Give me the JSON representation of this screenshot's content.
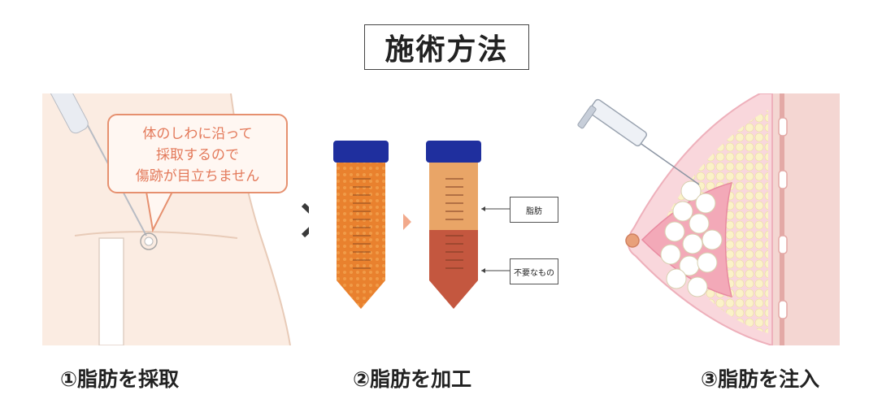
{
  "title": "施術方法",
  "panel1": {
    "bubble_lines": [
      "体のしわに沿って",
      "採取するので",
      "傷跡が目立ちません"
    ]
  },
  "panel2": {
    "label_fat": "脂肪",
    "label_waste": "不要なもの"
  },
  "steps": [
    {
      "label": "①脂肪を採取"
    },
    {
      "label": "②脂肪を加工"
    },
    {
      "label": "③脂肪を注入"
    }
  ],
  "colors": {
    "skin": "#fbece2",
    "bubble_border": "#e6906f",
    "bubble_text": "#e3795a",
    "cap_blue": "#1f2f9e",
    "fat_orange": "#e9812e",
    "fat_layer": "#e9a567",
    "waste_layer": "#c4573f",
    "breast_pink": "#f6c5cf",
    "fat_cells": "#fbf2c8"
  }
}
